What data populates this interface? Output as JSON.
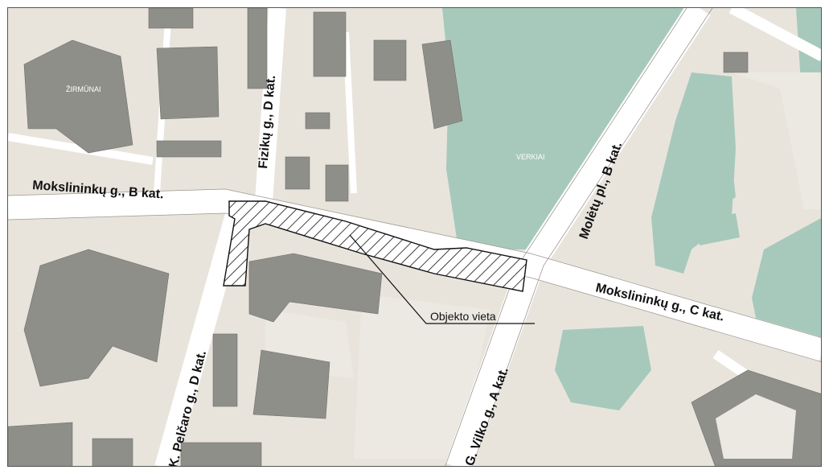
{
  "map": {
    "streets": {
      "moksl_b": "Mokslininkų g., B kat.",
      "fiziku_d": "Fizikų g., D kat.",
      "moletu_b": "Molėtų pl., B kat.",
      "moksl_c": "Mokslininkų g., C kat.",
      "pelcaro_d": "K. Pelčaro g., D kat.",
      "vilko_a": "G. Vilko g., A kat."
    },
    "areas": {
      "verkiai": "VERKIAI",
      "zirmunai": "ŽIRMŪNAI"
    },
    "callout": "Objekto vieta",
    "colors": {
      "background": "#e8e4dc",
      "road": "#ffffff",
      "building": "#8f8f8a",
      "park": "#a7c9bc"
    }
  }
}
